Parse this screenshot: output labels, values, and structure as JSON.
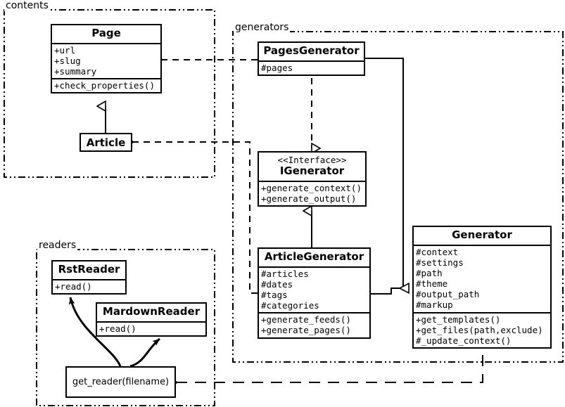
{
  "diagram": {
    "title": "Pelican architecture UML class diagram",
    "line_color": "#000000",
    "background": "#ffffff"
  },
  "packages": [
    {
      "id": "contents",
      "label": "contents"
    },
    {
      "id": "generators",
      "label": "generators"
    },
    {
      "id": "readers",
      "label": "readers"
    }
  ],
  "classes": {
    "page": {
      "name": "Page",
      "stereotype": "",
      "attributes": [
        "+url",
        "+slug",
        "+summary"
      ],
      "operations": [
        "+check_properties()"
      ]
    },
    "article": {
      "name": "Article",
      "stereotype": "",
      "attributes": [],
      "operations": []
    },
    "pages_generator": {
      "name": "PagesGenerator",
      "stereotype": "",
      "attributes": [
        "#pages"
      ],
      "operations": []
    },
    "igenerator": {
      "name": "IGenerator",
      "stereotype": "<<Interface>>",
      "attributes": [],
      "operations": [
        "+generate_context()",
        "+generate_output()"
      ]
    },
    "article_generator": {
      "name": "ArticleGenerator",
      "stereotype": "",
      "attributes": [
        "#articles",
        "#dates",
        "#tags",
        "#categories"
      ],
      "operations": [
        "+generate_feeds()",
        "+generate_pages()"
      ]
    },
    "generator": {
      "name": "Generator",
      "stereotype": "",
      "attributes": [
        "#context",
        "#settings",
        "#path",
        "#theme",
        "#output_path",
        "#markup"
      ],
      "operations": [
        "+get_templates()",
        "+get_files(path,exclude)",
        "#_update_context()"
      ]
    },
    "rst_reader": {
      "name": "RstReader",
      "stereotype": "",
      "attributes": [],
      "operations": [
        "+read()"
      ]
    },
    "mardown_reader": {
      "name": "MardownReader",
      "stereotype": "",
      "attributes": [],
      "operations": [
        "+read()"
      ]
    },
    "get_reader": {
      "name": "get_reader(filename)",
      "stereotype": "",
      "attributes": [],
      "operations": []
    }
  },
  "relations": [
    {
      "id": "article-inherits-page",
      "type": "generalization",
      "from": "Article",
      "to": "Page"
    },
    {
      "id": "pagesgenerator-realizes-igenerator",
      "type": "realization",
      "from": "PagesGenerator",
      "to": "IGenerator"
    },
    {
      "id": "articlegenerator-realizes-igenerator",
      "type": "realization",
      "from": "ArticleGenerator",
      "to": "IGenerator"
    },
    {
      "id": "pagesgenerator-inherits-generator",
      "type": "generalization",
      "from": "PagesGenerator",
      "to": "Generator"
    },
    {
      "id": "articlegenerator-inherits-generator",
      "type": "generalization",
      "from": "ArticleGenerator",
      "to": "Generator"
    },
    {
      "id": "pagesgenerator-uses-page",
      "type": "dependency",
      "from": "PagesGenerator",
      "to": "Page"
    },
    {
      "id": "articlegenerator-uses-article",
      "type": "dependency",
      "from": "ArticleGenerator",
      "to": "Article"
    },
    {
      "id": "generator-uses-get-reader",
      "type": "dependency",
      "from": "Generator",
      "to": "get_reader(filename)"
    },
    {
      "id": "get-reader-creates-rstreader",
      "type": "association",
      "from": "get_reader(filename)",
      "to": "RstReader"
    },
    {
      "id": "get-reader-creates-mardownreader",
      "type": "association",
      "from": "get_reader(filename)",
      "to": "MardownReader"
    }
  ]
}
